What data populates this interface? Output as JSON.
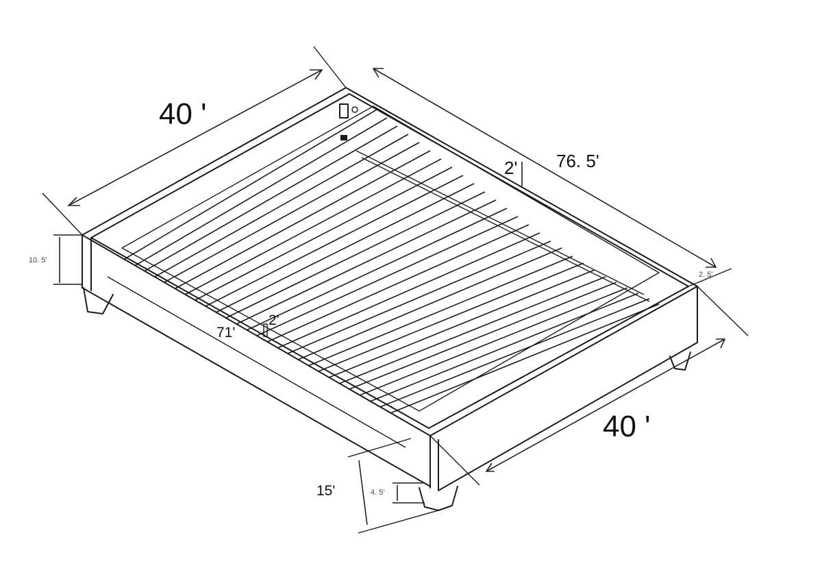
{
  "diagram": {
    "subject": "Platform bed frame with wooden slats",
    "labels": {
      "headboard_width": "40 '",
      "footboard_width": "40 '",
      "length": "76. 5'",
      "inner_length": "71'",
      "slat_height_top": "2'",
      "slat_height_mid": "2'",
      "frame_height": "10. 5'",
      "rail_thickness": "2. 5'",
      "total_height": "15'",
      "leg_height": "4. 5'"
    },
    "colors": {
      "line": "#1a1a1a",
      "background": "#ffffff"
    }
  }
}
